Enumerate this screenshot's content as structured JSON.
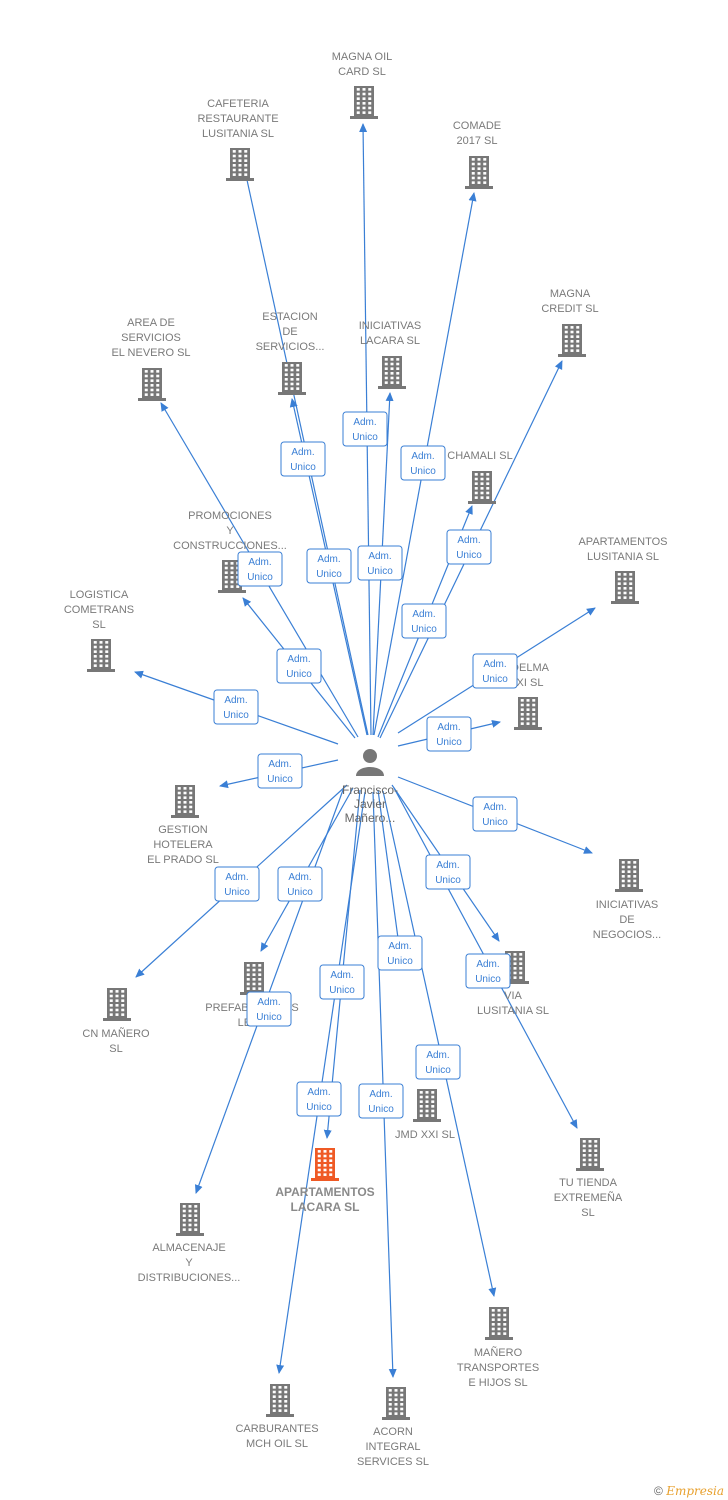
{
  "colors": {
    "edge": "#3a7fd5",
    "building": "#777777",
    "building_highlight": "#ef5a25",
    "label": "#7a7a7a"
  },
  "center": {
    "name_lines": [
      "Francisco-",
      "Javier",
      "Mañero..."
    ],
    "icon": "person-icon"
  },
  "relation_lines": [
    "Adm.",
    "Unico"
  ],
  "nodes": [
    {
      "id": "magna-oil-card",
      "lines": [
        "MAGNA OIL",
        "CARD  SL"
      ]
    },
    {
      "id": "cafeteria-restaurante",
      "lines": [
        "CAFETERIA",
        "RESTAURANTE",
        "LUSITANIA  SL"
      ]
    },
    {
      "id": "comade-2017",
      "lines": [
        "COMADE",
        "2017  SL"
      ]
    },
    {
      "id": "magna-credit",
      "lines": [
        "MAGNA",
        "CREDIT  SL"
      ]
    },
    {
      "id": "area-de-servicios",
      "lines": [
        "AREA DE",
        "SERVICIOS",
        "EL NEVERO SL"
      ]
    },
    {
      "id": "estacion-de-servicios",
      "lines": [
        "ESTACION",
        "DE",
        "SERVICIOS..."
      ]
    },
    {
      "id": "iniciativas-lacara",
      "lines": [
        "INICIATIVAS",
        "LACARA SL"
      ]
    },
    {
      "id": "chamali",
      "lines": [
        "CHAMALI SL"
      ]
    },
    {
      "id": "promociones-construcciones",
      "lines": [
        "PROMOCIONES",
        "Y",
        "CONSTRUCCIONES..."
      ]
    },
    {
      "id": "apartamentos-lusitania",
      "lines": [
        "APARTAMENTOS",
        "LUSITANIA  SL"
      ]
    },
    {
      "id": "logistica-cometrans",
      "lines": [
        "LOGISTICA",
        "COMETRANS",
        "SL"
      ]
    },
    {
      "id": "delma",
      "lines": [
        "DELMA",
        "XI  SL"
      ]
    },
    {
      "id": "gestion-hotelera",
      "lines": [
        "GESTION",
        "HOTELERA",
        "EL PRADO SL"
      ]
    },
    {
      "id": "iniciativas-negocios",
      "lines": [
        "INICIATIVAS",
        "DE",
        "NEGOCIOS..."
      ]
    },
    {
      "id": "cn-manero",
      "lines": [
        "CN MAÑERO",
        "SL"
      ]
    },
    {
      "id": "prefabricados",
      "lines": [
        "PREFABRICADOS",
        "LECA"
      ]
    },
    {
      "id": "via-lusitania",
      "lines": [
        "VIA",
        "LUSITANIA  SL"
      ]
    },
    {
      "id": "jmd-xxi",
      "lines": [
        "JMD XXI SL"
      ]
    },
    {
      "id": "tu-tienda",
      "lines": [
        "TU TIENDA",
        "EXTREMEÑA",
        "SL"
      ]
    },
    {
      "id": "apartamentos-lacara",
      "lines": [
        "APARTAMENTOS",
        "LACARA  SL"
      ],
      "highlight": true
    },
    {
      "id": "almacenaje",
      "lines": [
        "ALMACENAJE",
        "Y",
        "DISTRIBUCIONES..."
      ]
    },
    {
      "id": "manero-transportes",
      "lines": [
        "MAÑERO",
        "TRANSPORTES",
        "E HIJOS SL"
      ]
    },
    {
      "id": "carburantes-mch",
      "lines": [
        "CARBURANTES",
        "MCH OIL  SL"
      ]
    },
    {
      "id": "acorn-integral",
      "lines": [
        "ACORN",
        "INTEGRAL",
        "SERVICES  SL"
      ]
    }
  ],
  "copyright": "©",
  "brand": "Empresia"
}
